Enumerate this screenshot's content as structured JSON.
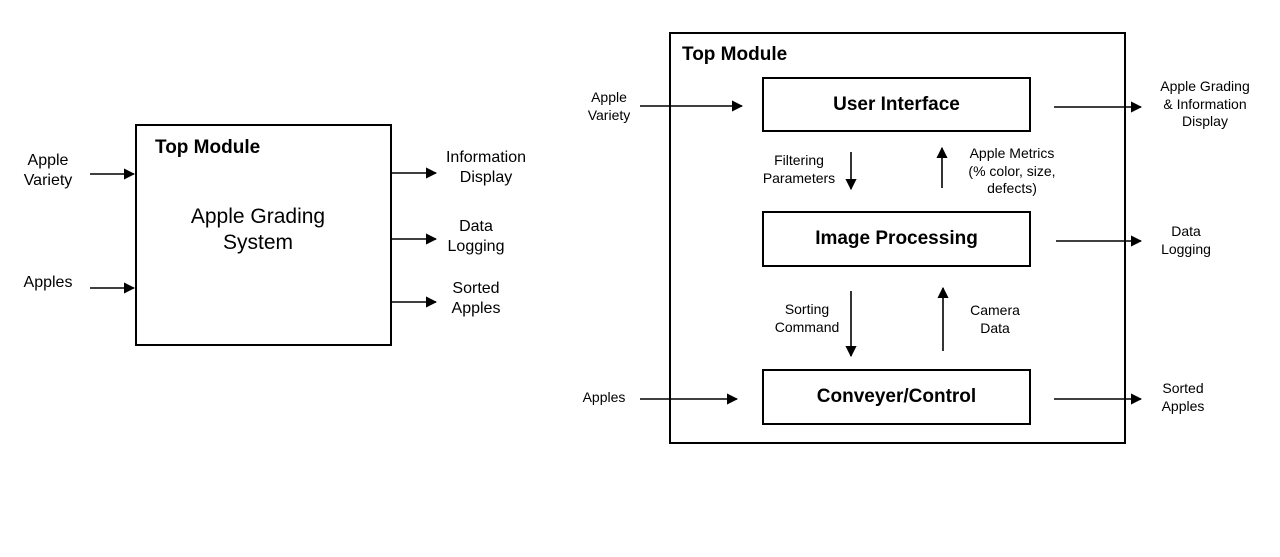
{
  "left_diagram": {
    "module_title": "Top Module",
    "system_name": "Apple Grading\nSystem",
    "inputs": [
      "Apple\nVariety",
      "Apples"
    ],
    "outputs": [
      "Information\nDisplay",
      "Data\nLogging",
      "Sorted\nApples"
    ]
  },
  "right_diagram": {
    "module_title": "Top Module",
    "blocks": {
      "user_interface": "User Interface",
      "image_processing": "Image Processing",
      "conveyer_control": "Conveyer/Control"
    },
    "inputs": {
      "apple_variety": "Apple\nVariety",
      "apples": "Apples"
    },
    "outputs": {
      "display": "Apple Grading\n& Information\nDisplay",
      "data_logging": "Data\nLogging",
      "sorted_apples": "Sorted\nApples"
    },
    "internal_signals": {
      "filtering_parameters": "Filtering\nParameters",
      "apple_metrics": "Apple Metrics\n(% color, size,\ndefects)",
      "sorting_command": "Sorting\nCommand",
      "camera_data": "Camera\nData"
    }
  }
}
